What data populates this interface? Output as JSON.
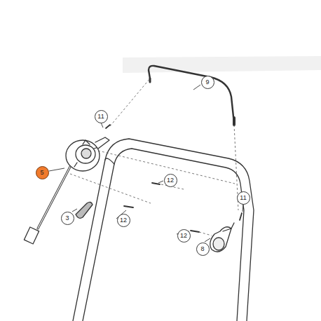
{
  "diagram": {
    "labels": [
      "9",
      "11",
      "5",
      "12",
      "3",
      "12",
      "11",
      "12",
      "8"
    ]
  }
}
